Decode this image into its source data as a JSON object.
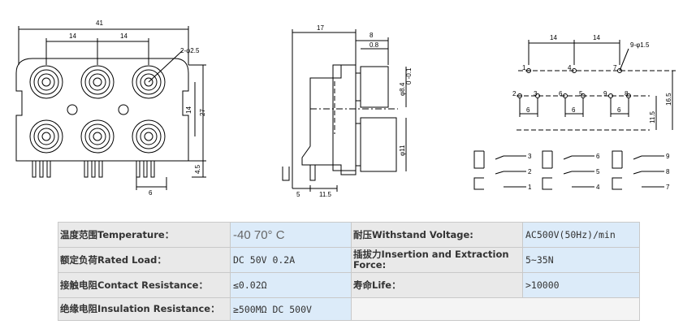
{
  "drawing_labels": {
    "front": {
      "overall_width": "41",
      "pitch_a": "14",
      "pitch_b": "14",
      "hole": "2-φ2.5",
      "height": "27",
      "row_pitch": "14",
      "pin_len": "4.5",
      "pin_span": "6"
    },
    "side": {
      "depth": "17",
      "ring": "8",
      "wall": "0.8",
      "bore": "φ8.4",
      "tol": "0 -0.1",
      "barrel": "φ11",
      "offset": "5",
      "pin_pos": "11.5"
    },
    "pcb": {
      "pitch_a": "14",
      "pitch_b": "14",
      "holes": "9-φ1.5",
      "pins_top": [
        "1",
        "4",
        "7"
      ],
      "pins_bottom": [
        "2",
        "3",
        "6",
        "5",
        "9",
        "8"
      ],
      "gaps": [
        "6",
        "6",
        "6"
      ],
      "row_gap": "11.5",
      "height": "16.5"
    },
    "schematic": {
      "groups": [
        [
          "3",
          "2",
          "1"
        ],
        [
          "6",
          "5",
          "4"
        ],
        [
          "9",
          "8",
          "7"
        ]
      ]
    }
  },
  "specs": {
    "rows": [
      {
        "label_left": "温度范围Temperature：",
        "value_left": "-40   70° C",
        "label_right": "耐压Withstand Voltage:",
        "value_right": "AC500V(50Hz)/min"
      },
      {
        "label_left": "额定负荷Rated Load：",
        "value_left": "DC 50V 0.2A",
        "label_right": "插拔力Insertion and Extraction Force:",
        "value_right": "5~35N"
      },
      {
        "label_left": "接触电阻Contact Resistance：",
        "value_left": "≤0.02Ω",
        "label_right": "寿命Life：",
        "value_right": ">10000"
      },
      {
        "label_left": "绝缘电阻Insulation Resistance：",
        "value_left": "≥500MΩ  DC  500V"
      }
    ]
  },
  "colors": {
    "label_bg": "#e9e9e9",
    "value_bg": "#dcebf9",
    "border": "#c9c9c9"
  }
}
